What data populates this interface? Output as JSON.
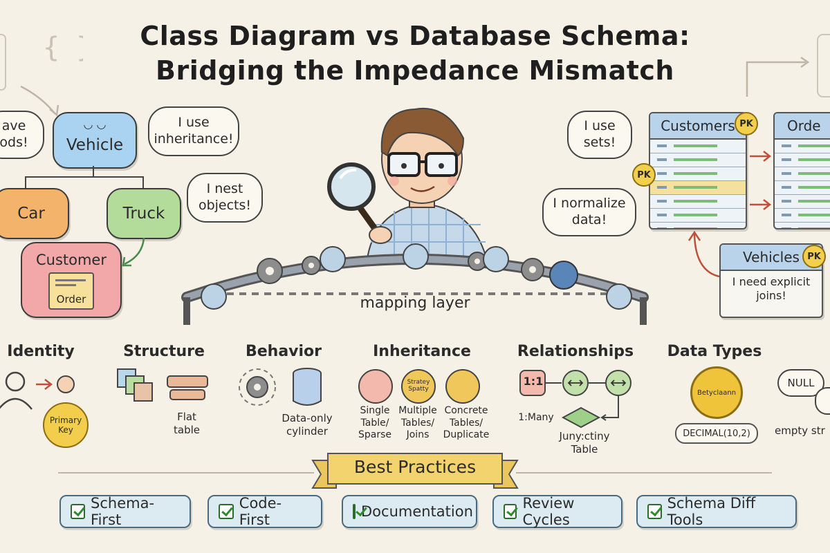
{
  "title": {
    "line1": "Class Diagram vs Database Schema:",
    "line2": "Bridging the Impedance Mismatch"
  },
  "left": {
    "bubble_edge": "ave\nods!",
    "vehicle": "Vehicle",
    "car": "Car",
    "truck": "Truck",
    "customer": "Customer",
    "order": "Order",
    "speech_inheritance": "I use\ninheritance!",
    "speech_nest": "I nest\nobjects!"
  },
  "center": {
    "bridge_label": "mapping layer"
  },
  "right": {
    "customers_table": "Customers",
    "orders_table": "Orde",
    "vehicles_table": "Vehicles",
    "pk": "PK",
    "speech_sets": "I use\nsets!",
    "speech_normalize": "I normalize\ndata!",
    "speech_joins": "I need explicit\njoins!"
  },
  "categories": {
    "identity": {
      "heading": "Identity",
      "badge": "Primary\nKey"
    },
    "structure": {
      "heading": "Structure",
      "caption": "Flat\ntable"
    },
    "behavior": {
      "heading": "Behavior",
      "caption": "Data-only\ncylinder"
    },
    "inheritance": {
      "heading": "Inheritance",
      "card2_text": "Stratey\nSpatty",
      "col1": "Single\nTable/\nSparse",
      "col2": "Multiple\nTables/\nJoins",
      "col3": "Concrete\nTables/\nDuplicate"
    },
    "relationships": {
      "heading": "Relationships",
      "one_to_one": "1:1",
      "one_to_many": "1:Many",
      "junction": "Juny:ctiny\nTable"
    },
    "data_types": {
      "heading": "Data Types",
      "coin": "Betyclaann",
      "decimal": "DECIMAL(10,2)",
      "null": "NULL",
      "empty": "empty str"
    }
  },
  "best_practices": {
    "banner": "Best Practices",
    "items": [
      "Schema-First",
      "Code-First",
      "Documentation",
      "Review Cycles",
      "Schema Diff Tools"
    ]
  }
}
